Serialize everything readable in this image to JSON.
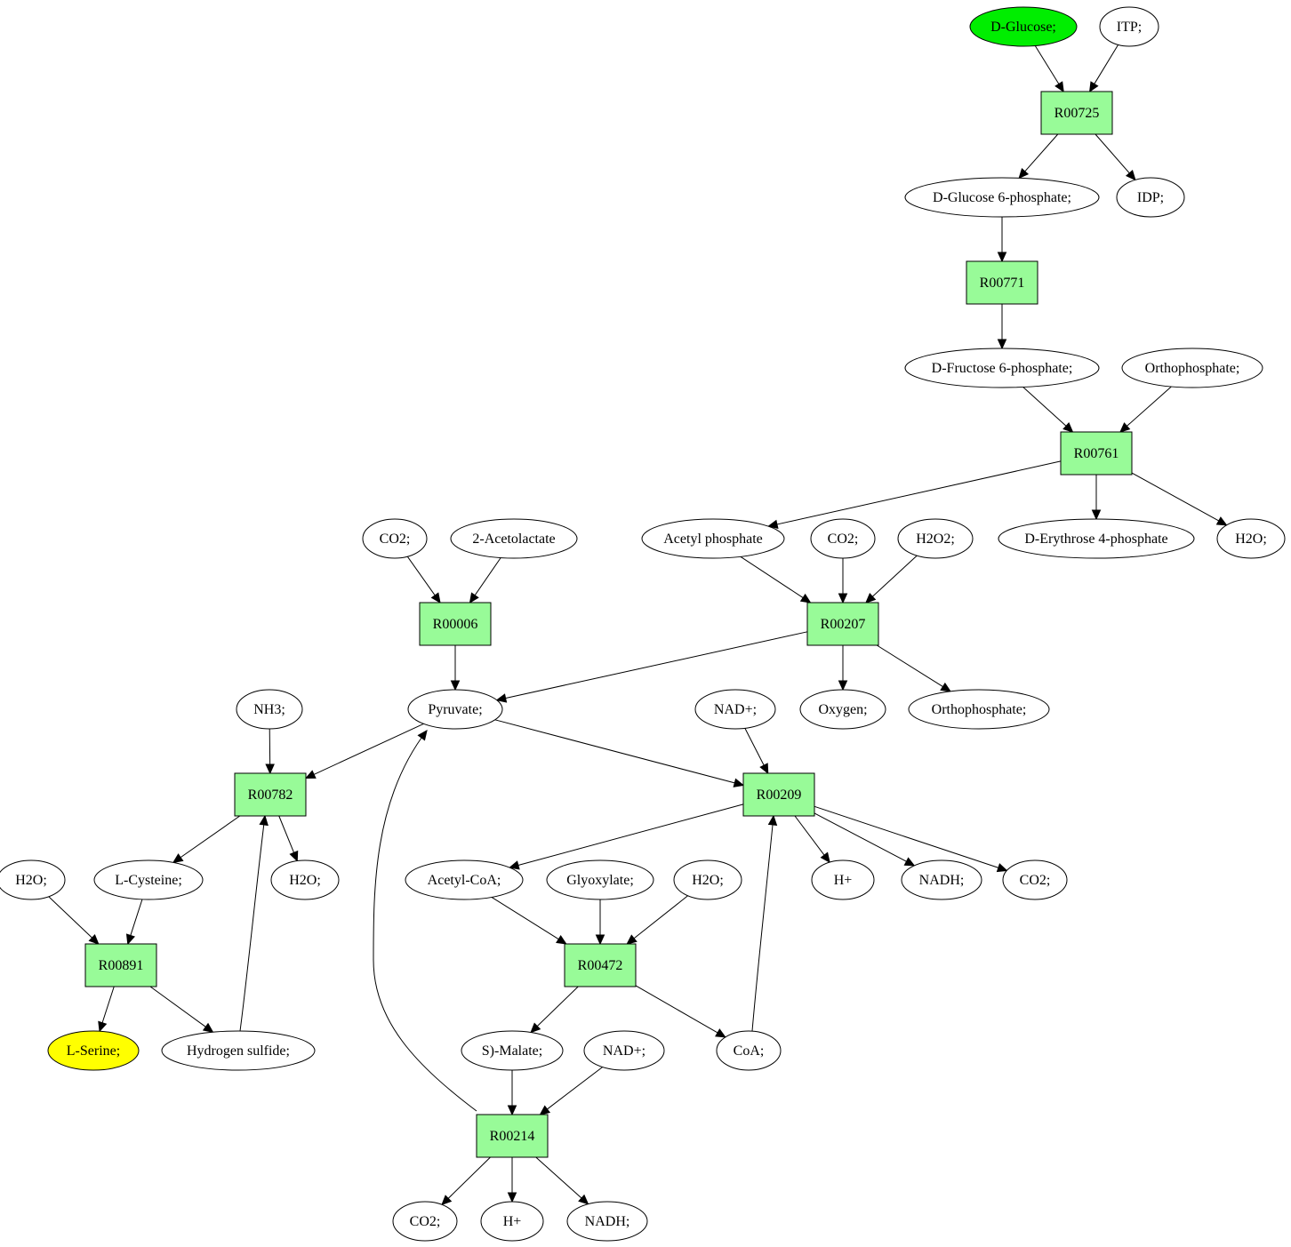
{
  "colors": {
    "reaction_fill": "#98fb98",
    "metabolite_fill": "#ffffff",
    "source_fill": "#00ee00",
    "target_fill": "#ffff00",
    "stroke": "#000000"
  },
  "nodes": [
    {
      "id": "glucose",
      "type": "metabolite",
      "label": "D-Glucose;",
      "highlight": "source"
    },
    {
      "id": "itp",
      "type": "metabolite",
      "label": "ITP;"
    },
    {
      "id": "r00725",
      "type": "reaction",
      "label": "R00725"
    },
    {
      "id": "g6p",
      "type": "metabolite",
      "label": "D-Glucose 6-phosphate;"
    },
    {
      "id": "idp",
      "type": "metabolite",
      "label": "IDP;"
    },
    {
      "id": "r00771",
      "type": "reaction",
      "label": "R00771"
    },
    {
      "id": "f6p",
      "type": "metabolite",
      "label": "D-Fructose 6-phosphate;"
    },
    {
      "id": "orthophosphate1",
      "type": "metabolite",
      "label": "Orthophosphate;"
    },
    {
      "id": "r00761",
      "type": "reaction",
      "label": "R00761"
    },
    {
      "id": "co2_a",
      "type": "metabolite",
      "label": "CO2;"
    },
    {
      "id": "acetolactate",
      "type": "metabolite",
      "label": "2-Acetolactate"
    },
    {
      "id": "acetylp",
      "type": "metabolite",
      "label": "Acetyl phosphate"
    },
    {
      "id": "co2_b",
      "type": "metabolite",
      "label": "CO2;"
    },
    {
      "id": "h2o2",
      "type": "metabolite",
      "label": "H2O2;"
    },
    {
      "id": "e4p",
      "type": "metabolite",
      "label": "D-Erythrose 4-phosphate"
    },
    {
      "id": "h2o_a",
      "type": "metabolite",
      "label": "H2O;"
    },
    {
      "id": "r00006",
      "type": "reaction",
      "label": "R00006"
    },
    {
      "id": "r00207",
      "type": "reaction",
      "label": "R00207"
    },
    {
      "id": "nh3",
      "type": "metabolite",
      "label": "NH3;"
    },
    {
      "id": "pyruvate",
      "type": "metabolite",
      "label": "Pyruvate;"
    },
    {
      "id": "nad_a",
      "type": "metabolite",
      "label": "NAD+;"
    },
    {
      "id": "oxygen",
      "type": "metabolite",
      "label": "Oxygen;"
    },
    {
      "id": "orthophosphate2",
      "type": "metabolite",
      "label": "Orthophosphate;"
    },
    {
      "id": "r00782",
      "type": "reaction",
      "label": "R00782"
    },
    {
      "id": "r00209",
      "type": "reaction",
      "label": "R00209"
    },
    {
      "id": "h2o_b",
      "type": "metabolite",
      "label": "H2O;"
    },
    {
      "id": "cysteine",
      "type": "metabolite",
      "label": "L-Cysteine;"
    },
    {
      "id": "h2o_c",
      "type": "metabolite",
      "label": "H2O;"
    },
    {
      "id": "acetylcoa",
      "type": "metabolite",
      "label": "Acetyl-CoA;"
    },
    {
      "id": "glyoxylate",
      "type": "metabolite",
      "label": "Glyoxylate;"
    },
    {
      "id": "h2o_d",
      "type": "metabolite",
      "label": "H2O;"
    },
    {
      "id": "hplus_a",
      "type": "metabolite",
      "label": "H+"
    },
    {
      "id": "nadh_a",
      "type": "metabolite",
      "label": "NADH;"
    },
    {
      "id": "co2_c",
      "type": "metabolite",
      "label": "CO2;"
    },
    {
      "id": "r00891",
      "type": "reaction",
      "label": "R00891"
    },
    {
      "id": "r00472",
      "type": "reaction",
      "label": "R00472"
    },
    {
      "id": "serine",
      "type": "metabolite",
      "label": "L-Serine;",
      "highlight": "target"
    },
    {
      "id": "h2s",
      "type": "metabolite",
      "label": "Hydrogen sulfide;"
    },
    {
      "id": "malate",
      "type": "metabolite",
      "label": "S)-Malate;"
    },
    {
      "id": "nad_b",
      "type": "metabolite",
      "label": "NAD+;"
    },
    {
      "id": "coa",
      "type": "metabolite",
      "label": "CoA;"
    },
    {
      "id": "r00214",
      "type": "reaction",
      "label": "R00214"
    },
    {
      "id": "co2_d",
      "type": "metabolite",
      "label": "CO2;"
    },
    {
      "id": "hplus_b",
      "type": "metabolite",
      "label": "H+"
    },
    {
      "id": "nadh_b",
      "type": "metabolite",
      "label": "NADH;"
    }
  ],
  "edges": [
    {
      "from": "glucose",
      "to": "r00725"
    },
    {
      "from": "itp",
      "to": "r00725"
    },
    {
      "from": "r00725",
      "to": "g6p"
    },
    {
      "from": "r00725",
      "to": "idp"
    },
    {
      "from": "g6p",
      "to": "r00771"
    },
    {
      "from": "r00771",
      "to": "f6p"
    },
    {
      "from": "f6p",
      "to": "r00761"
    },
    {
      "from": "orthophosphate1",
      "to": "r00761"
    },
    {
      "from": "r00761",
      "to": "acetylp"
    },
    {
      "from": "r00761",
      "to": "e4p"
    },
    {
      "from": "r00761",
      "to": "h2o_a"
    },
    {
      "from": "co2_a",
      "to": "r00006"
    },
    {
      "from": "acetolactate",
      "to": "r00006"
    },
    {
      "from": "acetylp",
      "to": "r00207"
    },
    {
      "from": "co2_b",
      "to": "r00207"
    },
    {
      "from": "h2o2",
      "to": "r00207"
    },
    {
      "from": "r00006",
      "to": "pyruvate"
    },
    {
      "from": "r00207",
      "to": "pyruvate"
    },
    {
      "from": "r00207",
      "to": "oxygen"
    },
    {
      "from": "r00207",
      "to": "orthophosphate2"
    },
    {
      "from": "nh3",
      "to": "r00782"
    },
    {
      "from": "pyruvate",
      "to": "r00782"
    },
    {
      "from": "pyruvate",
      "to": "r00209"
    },
    {
      "from": "nad_a",
      "to": "r00209"
    },
    {
      "from": "r00782",
      "to": "cysteine"
    },
    {
      "from": "r00782",
      "to": "h2o_b"
    },
    {
      "from": "r00209",
      "to": "acetylcoa"
    },
    {
      "from": "r00209",
      "to": "hplus_a"
    },
    {
      "from": "r00209",
      "to": "nadh_a"
    },
    {
      "from": "r00209",
      "to": "co2_c"
    },
    {
      "from": "h2o_c",
      "to": "r00891"
    },
    {
      "from": "cysteine",
      "to": "r00891"
    },
    {
      "from": "acetylcoa",
      "to": "r00472"
    },
    {
      "from": "glyoxylate",
      "to": "r00472"
    },
    {
      "from": "h2o_d",
      "to": "r00472"
    },
    {
      "from": "r00891",
      "to": "serine"
    },
    {
      "from": "r00891",
      "to": "h2s"
    },
    {
      "from": "h2s",
      "to": "r00782"
    },
    {
      "from": "r00472",
      "to": "malate"
    },
    {
      "from": "r00472",
      "to": "coa"
    },
    {
      "from": "coa",
      "to": "r00209"
    },
    {
      "from": "malate",
      "to": "r00214"
    },
    {
      "from": "nad_b",
      "to": "r00214"
    },
    {
      "from": "r00214",
      "to": "pyruvate"
    },
    {
      "from": "r00214",
      "to": "co2_d"
    },
    {
      "from": "r00214",
      "to": "hplus_b"
    },
    {
      "from": "r00214",
      "to": "nadh_b"
    }
  ]
}
